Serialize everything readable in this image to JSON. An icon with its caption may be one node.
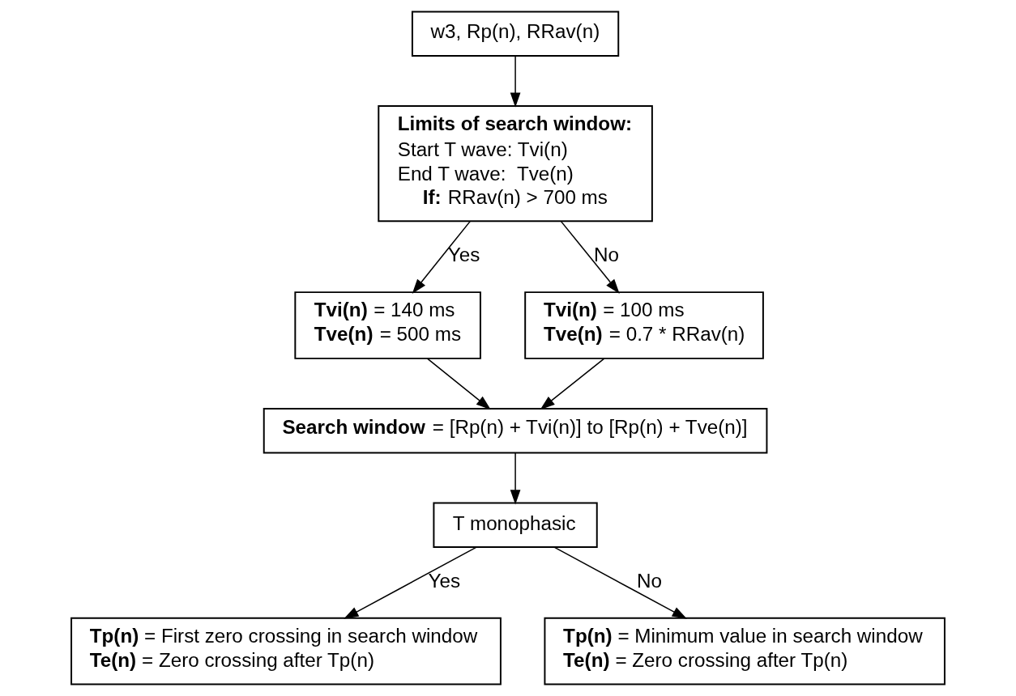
{
  "diagram": {
    "nodes": [
      {
        "text": [
          "w3, Rp(n), RRav(n)"
        ]
      },
      {
        "text": [
          "Limits of search window:",
          "Start T wave: Tvi(n)",
          "End T wave:  Tve(n)",
          "**If:** RRav(n) > 700 ms"
        ]
      },
      {
        "text": [
          "**Tvi(n)** = 140 ms",
          "**Tve(n)** = 500 ms"
        ]
      },
      {
        "text": [
          "**Tvi(n)** = 100 ms",
          "**Tve(n)** = 0.7 * RRav(n)"
        ]
      },
      {
        "text": [
          "**Search window** = [Rp(n) + Tvi(n)] to [Rp(n) + Tve(n)]"
        ]
      },
      {
        "text": [
          "T monophasic"
        ]
      },
      {
        "text": [
          "**Tp(n)** = First zero crossing in search window",
          "**Te(n)** = Zero crossing after Tp(n)"
        ]
      },
      {
        "text": [
          "**Tp(n)** = Minimum value in search window",
          "**Te(n)** = Zero crossing after Tp(n)"
        ]
      }
    ],
    "edges": [
      {
        "from": 0,
        "to": 1,
        "arrow": "to"
      },
      {
        "from": 1,
        "to": 2,
        "arrow": "to",
        "label": "Yes"
      },
      {
        "from": 1,
        "to": 3,
        "arrow": "to",
        "label": "No"
      },
      {
        "from": 2,
        "to": 4,
        "arrow": "to"
      },
      {
        "from": 3,
        "to": 4,
        "arrow": "to"
      },
      {
        "from": 4,
        "to": 5,
        "arrow": "to"
      },
      {
        "from": 5,
        "to": 6,
        "arrow": "to",
        "label": "Yes"
      },
      {
        "from": 5,
        "to": 7,
        "arrow": "to",
        "label": "No"
      }
    ]
  }
}
